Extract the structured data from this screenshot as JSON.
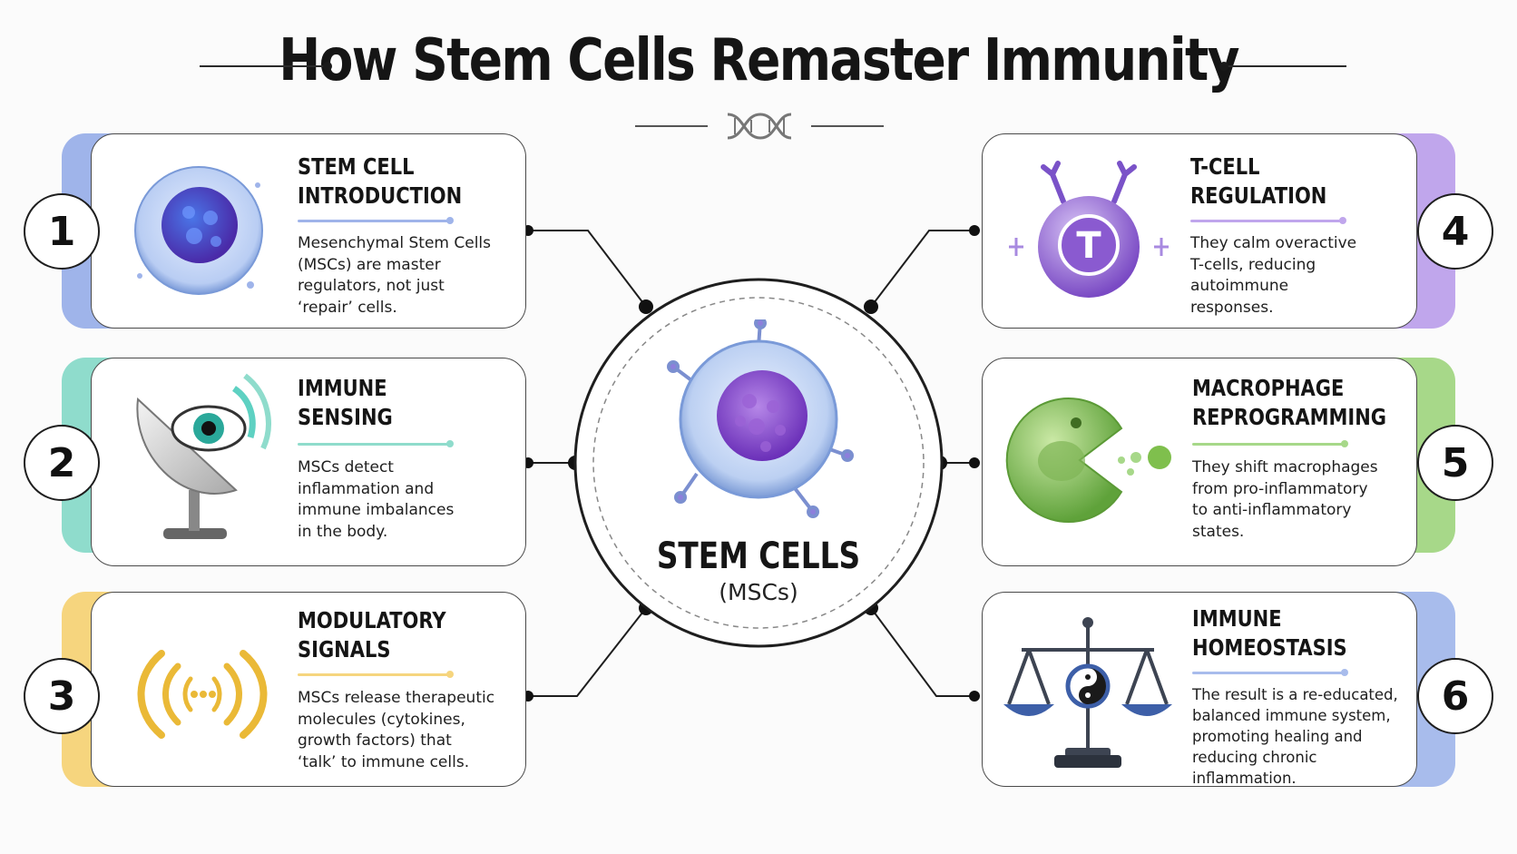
{
  "title": "How Stem Cells Remaster Immunity",
  "center": {
    "title": "STEM CELLS",
    "subtitle": "(MSCs)"
  },
  "cards": [
    {
      "number": "1",
      "title_line1": "STEM CELL",
      "title_line2": "INTRODUCTION",
      "desc": [
        "Mesenchymal Stem Cells",
        "(MSCs) are master",
        "regulators, not just",
        "‘repair’ cells."
      ],
      "accent": "#9fb4ea",
      "icon": "stem-cell-icon"
    },
    {
      "number": "2",
      "title_line1": "IMMUNE",
      "title_line2": "SENSING",
      "desc": [
        "MSCs detect",
        "inflammation and",
        "immune imbalances",
        "in the body."
      ],
      "accent": "#8fdccc",
      "icon": "satellite-eye-icon"
    },
    {
      "number": "3",
      "title_line1": "MODULATORY",
      "title_line2": "SIGNALS",
      "desc": [
        "MSCs release therapeutic",
        "molecules (cytokines,",
        "growth factors) that",
        "‘talk’ to immune cells."
      ],
      "accent": "#f6d57e",
      "icon": "signal-waves-icon"
    },
    {
      "number": "4",
      "title_line1": "T-CELL",
      "title_line2": "REGULATION",
      "desc": [
        "They calm overactive",
        "T-cells, reducing",
        "autoimmune",
        "responses."
      ],
      "accent": "#c0a6ec",
      "icon": "t-cell-icon",
      "icon_letter": "T"
    },
    {
      "number": "5",
      "title_line1": "MACROPHAGE",
      "title_line2": "REPROGRAMMING",
      "desc": [
        "They shift macrophages",
        "from pro-inflammatory",
        "to anti-inflammatory",
        "states."
      ],
      "accent": "#a7d889",
      "icon": "macrophage-icon"
    },
    {
      "number": "6",
      "title_line1": "IMMUNE",
      "title_line2": "HOMEOSTASIS",
      "desc": [
        "The result is a re-educated,",
        "balanced immune system,",
        "promoting healing and",
        "reducing chronic",
        "inflammation."
      ],
      "accent": "#a8bcec",
      "icon": "balance-scale-icon"
    }
  ]
}
